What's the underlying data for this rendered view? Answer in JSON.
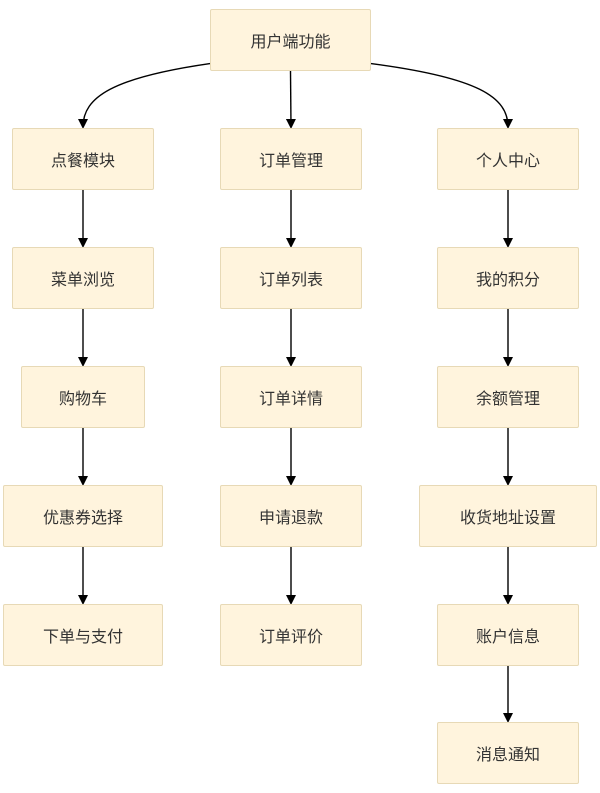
{
  "root": {
    "label": "用户端功能"
  },
  "columns": [
    {
      "id": "ordering",
      "items": [
        "点餐模块",
        "菜单浏览",
        "购物车",
        "优惠券选择",
        "下单与支付"
      ]
    },
    {
      "id": "orders",
      "items": [
        "订单管理",
        "订单列表",
        "订单详情",
        "申请退款",
        "订单评价"
      ]
    },
    {
      "id": "personal",
      "items": [
        "个人中心",
        "我的积分",
        "余额管理",
        "收货地址设置",
        "账户信息",
        "消息通知"
      ]
    }
  ],
  "colors": {
    "node_fill": "#fff4dd",
    "node_border": "#e7d9b6",
    "edge": "#000000",
    "text": "#333333"
  }
}
